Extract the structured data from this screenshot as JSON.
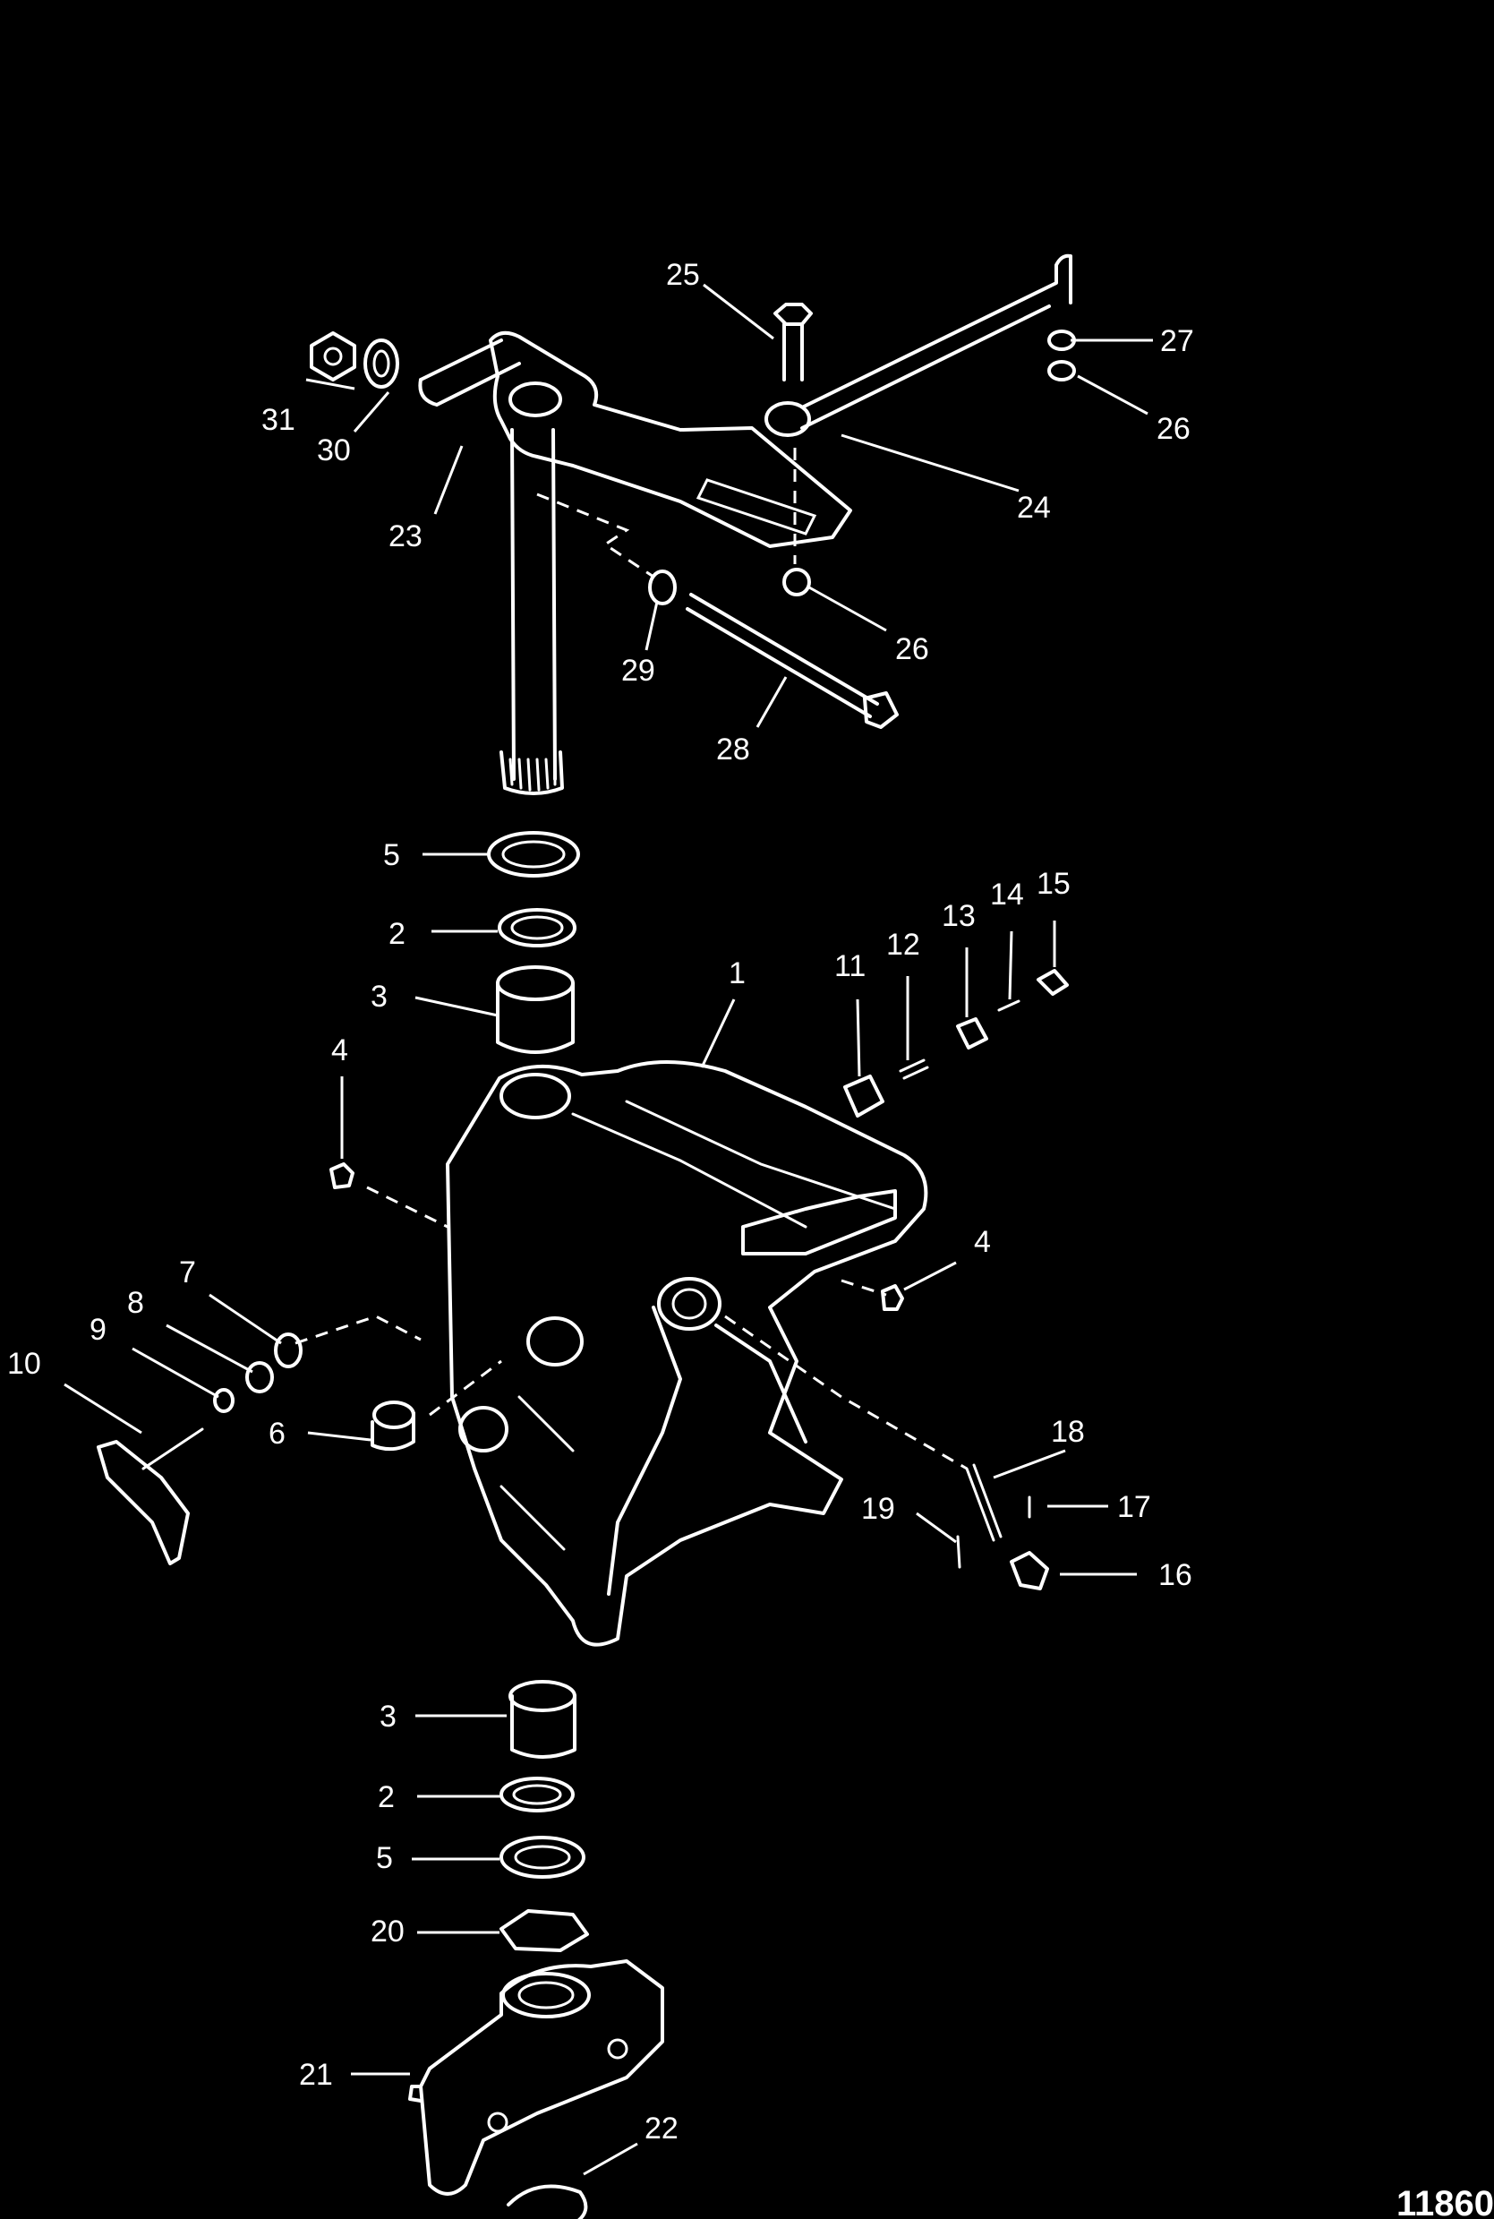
{
  "figure_number": "11860",
  "callouts": [
    "1",
    "2",
    "3",
    "4",
    "5",
    "6",
    "7",
    "8",
    "9",
    "10",
    "11",
    "12",
    "13",
    "14",
    "15",
    "16",
    "17",
    "18",
    "19",
    "20",
    "21",
    "22",
    "23",
    "24",
    "25",
    "26",
    "27",
    "28",
    "29",
    "30",
    "31"
  ],
  "colors": {
    "background": "#000000",
    "line": "#ffffff"
  }
}
